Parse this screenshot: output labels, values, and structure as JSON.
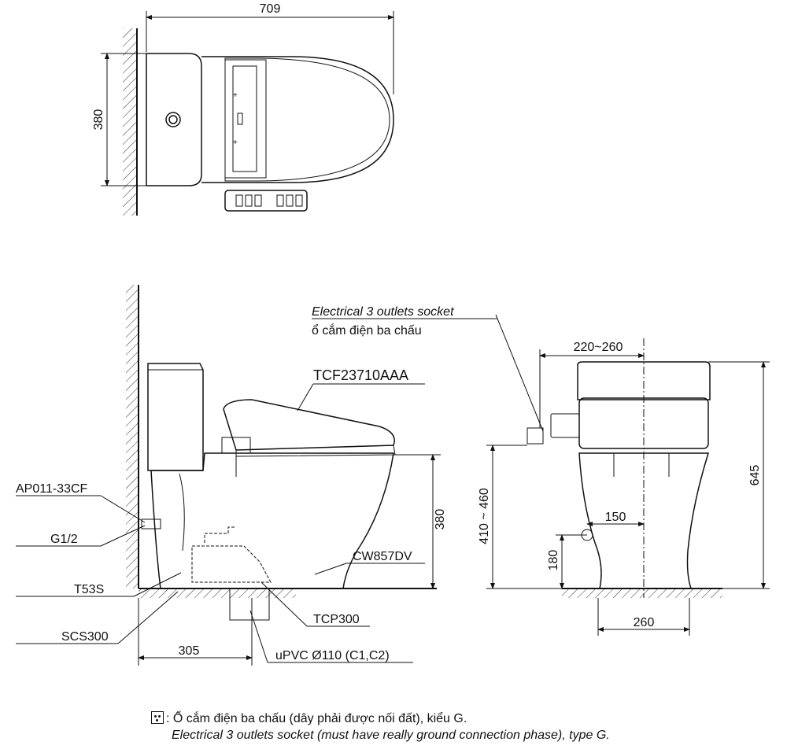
{
  "dimensions": {
    "top_length": "709",
    "top_width": "380",
    "seat_height": "380",
    "socket_offset": "220~260",
    "supply_height": "410 ~ 460",
    "total_height": "645",
    "supply_offset": "150",
    "supply_floor": "180",
    "base_width": "260",
    "rough_in": "305"
  },
  "labels": {
    "socket_en": "Electrical 3 outlets socket",
    "socket_vi": "ổ cắm điện ba chấu",
    "seat_model": "TCF23710AAA",
    "valve": "AP011-33CF",
    "thread": "G1/2",
    "bowl_model": "CW857DV",
    "hose": "T53S",
    "flange": "TCP300",
    "bolt": "SCS300",
    "pipe": "uPVC Ø110 (C1,C2)"
  },
  "note": {
    "vi": ": Ổ cắm điện ba chấu (dây phải được nối đất), kiểu G.",
    "en": "Electrical 3 outlets socket (must have really ground connection phase), type G."
  },
  "colors": {
    "line": "#111111",
    "hatch": "#333333"
  }
}
